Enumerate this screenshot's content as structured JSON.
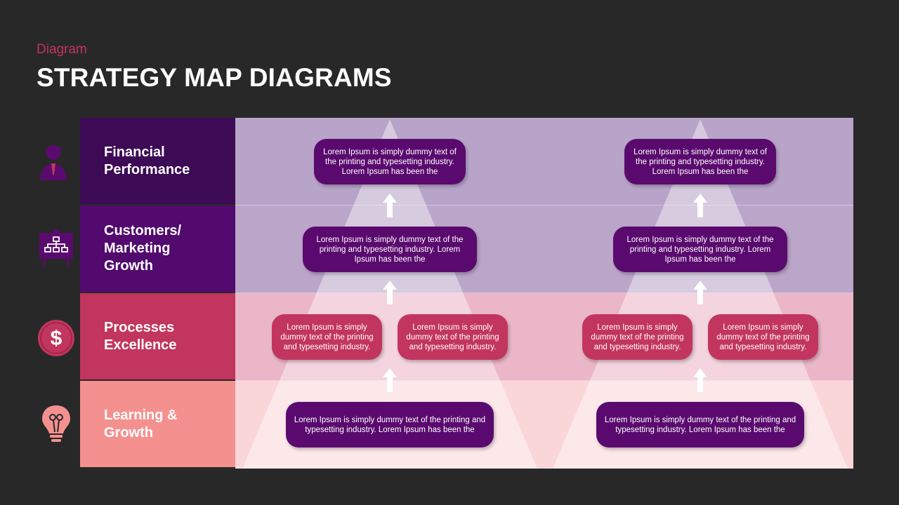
{
  "header": {
    "subtitle": "Diagram",
    "title": "STRATEGY MAP DIAGRAMS"
  },
  "colors": {
    "background": "#282828",
    "accent": "#c2355e",
    "row_financial": "#3d0a56",
    "row_customers": "#520a6e",
    "row_processes": "#c2355e",
    "row_learning": "#f4918f",
    "box_purple": "#5a0a6e",
    "box_pink": "#c2355e"
  },
  "rows": [
    {
      "label": "Financial\nPerformance",
      "icon": "businessman-icon"
    },
    {
      "label": "Customers/\nMarketing\nGrowth",
      "icon": "presentation-board-icon"
    },
    {
      "label": "Processes\nExcellence",
      "icon": "dollar-coin-icon"
    },
    {
      "label": "Learning &\nGrowth",
      "icon": "lightbulb-icon"
    }
  ],
  "boxes": {
    "left_financial": "Lorem Ipsum is simply dummy text of the printing and typesetting industry. Lorem Ipsum has been the",
    "left_customers": "Lorem Ipsum is simply dummy text of the printing and typesetting industry. Lorem Ipsum has been the",
    "left_process_a": "Lorem Ipsum is simply dummy text of the printing and typesetting industry.",
    "left_process_b": "Lorem Ipsum is simply dummy text of the printing and typesetting industry.",
    "left_learning": "Lorem Ipsum is simply dummy text of the printing and typesetting industry. Lorem Ipsum has been the",
    "right_financial": "Lorem Ipsum is simply dummy text of the printing and typesetting industry. Lorem Ipsum has been the",
    "right_customers": "Lorem Ipsum is simply dummy text of the printing and typesetting industry. Lorem Ipsum has been the",
    "right_process_a": "Lorem Ipsum is simply dummy text of the printing and typesetting industry.",
    "right_process_b": "Lorem Ipsum is simply dummy text of the printing and typesetting industry.",
    "right_learning": "Lorem Ipsum is simply dummy text of the printing and typesetting industry. Lorem Ipsum has been the"
  }
}
